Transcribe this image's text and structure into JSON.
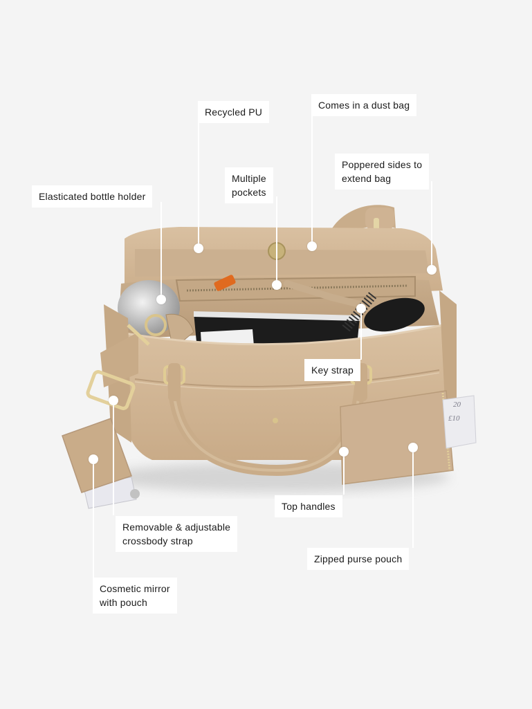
{
  "page": {
    "background": "#f4f4f4",
    "bag_color": "#d2b797",
    "hardware_color": "#d9c48c"
  },
  "callouts": [
    {
      "id": "recycled-pu",
      "lines": [
        "Recycled PU"
      ],
      "dot": [
        287,
        359
      ]
    },
    {
      "id": "dust-bag",
      "lines": [
        "Comes in a dust bag"
      ],
      "dot": [
        451,
        356
      ]
    },
    {
      "id": "poppered-sides",
      "lines": [
        "Poppered sides to",
        "extend bag"
      ],
      "dot": [
        624,
        390
      ]
    },
    {
      "id": "multiple-pockets",
      "lines": [
        "Multiple",
        "pockets"
      ],
      "dot": [
        400,
        412
      ]
    },
    {
      "id": "bottle-holder",
      "lines": [
        "Elasticated bottle holder"
      ],
      "dot": [
        233,
        433
      ]
    },
    {
      "id": "key-strap",
      "lines": [
        "Key strap"
      ],
      "dot": [
        522,
        446
      ]
    },
    {
      "id": "top-handles",
      "lines": [
        "Top handles"
      ],
      "dot": [
        497,
        653
      ]
    },
    {
      "id": "crossbody-strap",
      "lines": [
        "Removable & adjustable",
        "crossbody strap"
      ],
      "dot": [
        164,
        579
      ]
    },
    {
      "id": "zipped-pouch",
      "lines": [
        "Zipped purse pouch"
      ],
      "dot": [
        597,
        647
      ]
    },
    {
      "id": "cosmetic-mirror",
      "lines": [
        "Cosmetic mirror",
        "with pouch"
      ],
      "dot": [
        135,
        664
      ]
    }
  ],
  "banknote": {
    "values": [
      "20",
      "£10"
    ]
  }
}
